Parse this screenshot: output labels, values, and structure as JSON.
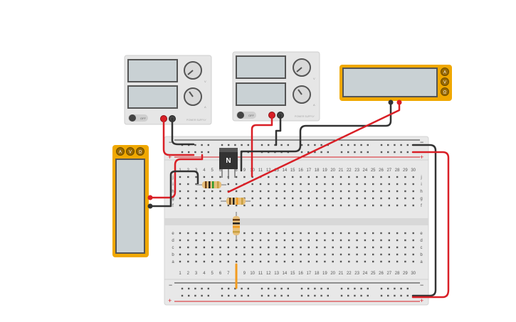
{
  "power_supply_1": {
    "switch_label": "OFF",
    "unit_top": "V",
    "unit_bottom": "A",
    "brand": "POWER SUPPLY"
  },
  "power_supply_2": {
    "switch_label": "OFF",
    "unit_top": "V",
    "unit_bottom": "A",
    "brand": "POWER SUPPLY"
  },
  "multimeter_right": {
    "mode_buttons": [
      "A",
      "V",
      "Ω"
    ]
  },
  "multimeter_left": {
    "mode_buttons": [
      "A",
      "V",
      "Ω"
    ]
  },
  "transistor": {
    "label": "N"
  },
  "breadboard": {
    "columns": [
      "1",
      "2",
      "3",
      "4",
      "5",
      "6",
      "7",
      "8",
      "9",
      "10",
      "11",
      "12",
      "13",
      "14",
      "15",
      "16",
      "17",
      "18",
      "19",
      "20",
      "21",
      "22",
      "23",
      "24",
      "25",
      "26",
      "27",
      "28",
      "29",
      "30"
    ],
    "rows_top": [
      "j",
      "i",
      "h",
      "g",
      "f"
    ],
    "rows_bottom": [
      "e",
      "d",
      "c",
      "b",
      "a"
    ],
    "rail_minus": "−",
    "rail_plus": "+"
  },
  "colors": {
    "meter_body": "#f0a800",
    "meter_screen": "#c9d1d4",
    "supply_body": "#e6e6e6",
    "board": "#e8e8e8",
    "wire_red": "#d91f26",
    "wire_black": "#333333",
    "jumper_orange": "#f29b1f"
  }
}
